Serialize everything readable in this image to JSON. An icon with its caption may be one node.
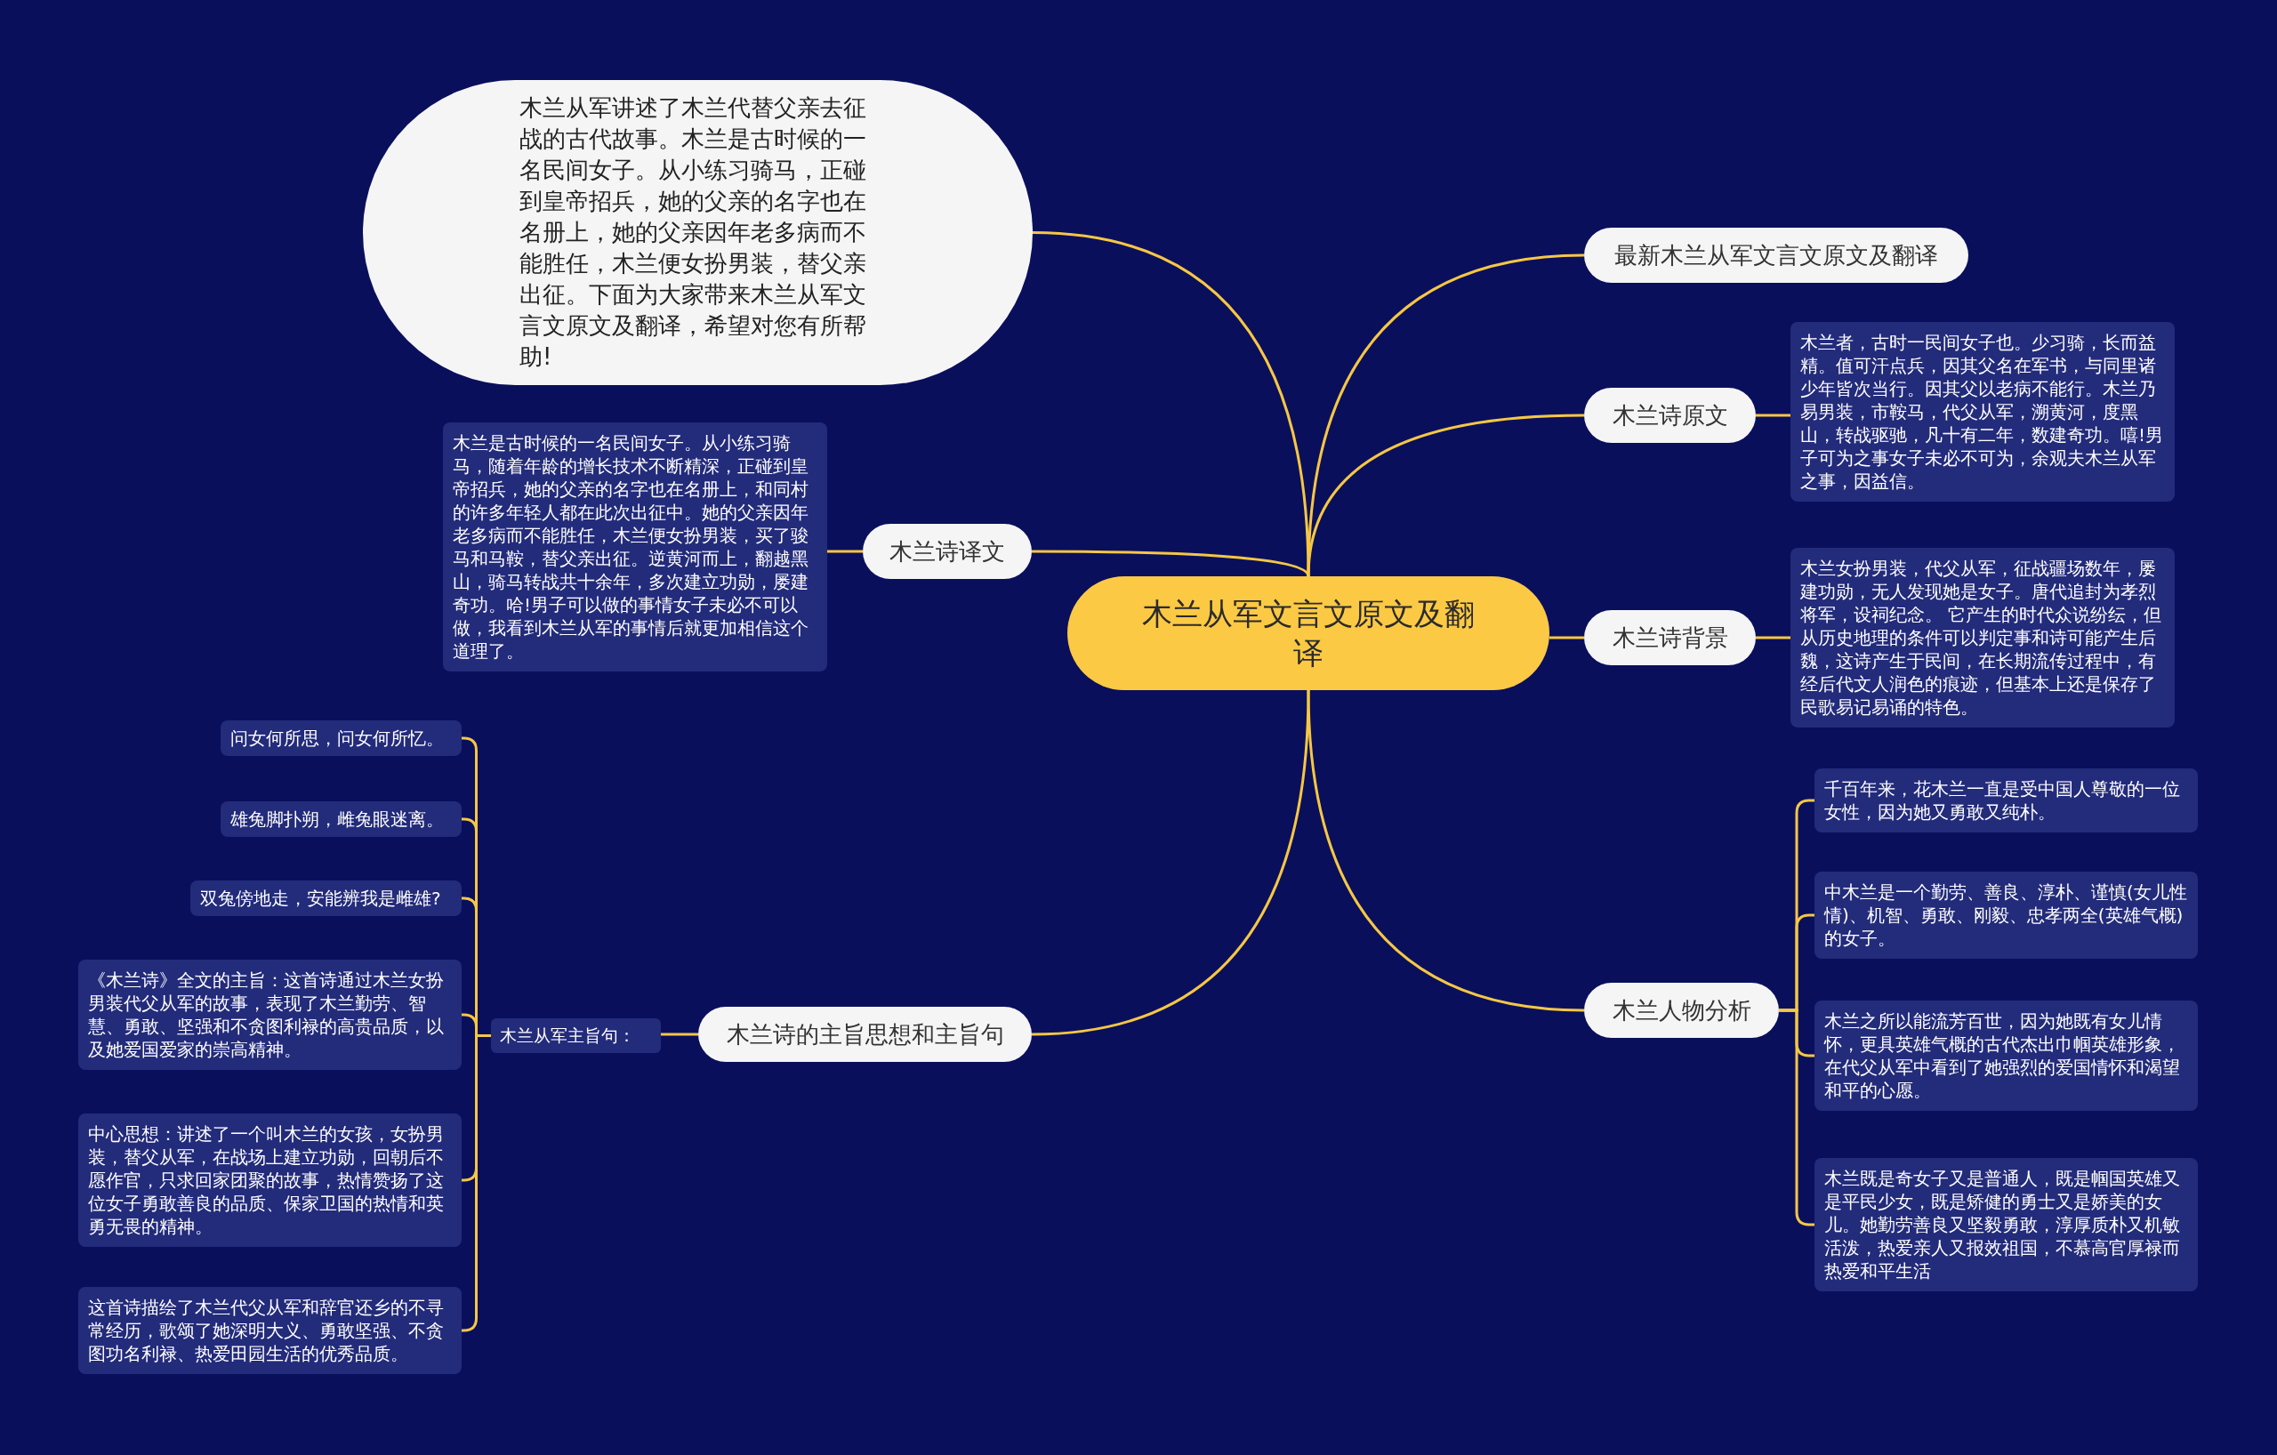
{
  "diagram": {
    "nodes": [
      {
        "text": [
          "木兰从军文言文原文及翻译"
        ]
      },
      {
        "text": [
          "木兰从军讲述了木兰代替父亲去征战的古代故事。木兰是古时候的一名民间女子。从小练习骑马，正碰到皇帝招兵，她的父亲的名字也在名册上，她的父亲因年老多病而不能胜任，木兰便女扮男装，替父亲出征。下面为大家带来木兰从军文言文原文及翻译，希望对您有所帮助!"
        ]
      },
      {
        "text": [
          "最新木兰从军文言文原文及翻译"
        ]
      },
      {
        "text": [
          "木兰诗原文"
        ]
      },
      {
        "text": [
          "木兰者，古时一民间女子也。少习骑，长而益精。值可汗点兵，因其父名在军书，与同里诸少年皆次当行。因其父以老病不能行。木兰乃易男装，市鞍马，代父从军，溯黄河，度黑山，转战驱驰，凡十有二年，数建奇功。嘻!男子可为之事女子未必不可为，余观夫木兰从军之事，因益信。"
        ]
      },
      {
        "text": [
          "木兰诗译文"
        ]
      },
      {
        "text": [
          "木兰是古时候的一名民间女子。从小练习骑马，随着年龄的增长技术不断精深，正碰到皇帝招兵，她的父亲的名字也在名册上，和同村的许多年轻人都在此次出征中。她的父亲因年老多病而不能胜任，木兰便女扮男装，买了骏马和马鞍，替父亲出征。逆黄河而上，翻越黑山，骑马转战共十余年，多次建立功勋，屡建奇功。哈!男子可以做的事情女子未必不可以做，我看到木兰从军的事情后就更加相信这个道理了。"
        ]
      },
      {
        "text": [
          "木兰诗背景"
        ]
      },
      {
        "text": [
          "木兰女扮男装，代父从军，征战疆场数年，屡建功勋，无人发现她是女子。唐代追封为孝烈将军，设祠纪念。 它产生的时代众说纷纭，但从历史地理的条件可以判定事和诗可能产生后魏，这诗产生于民间，在长期流传过程中，有经后代文人润色的痕迹，但基本上还是保存了民歌易记易诵的特色。"
        ]
      },
      {
        "text": [
          "木兰人物分析"
        ]
      },
      {
        "text": [
          "千百年来，花木兰一直是受中国人尊敬的一位女性，因为她又勇敢又纯朴。"
        ]
      },
      {
        "text": [
          "中木兰是一个勤劳、善良、淳朴、谨慎(女儿性情)、机智、勇敢、刚毅、忠孝两全(英雄气概)的女子。"
        ]
      },
      {
        "text": [
          "木兰之所以能流芳百世，因为她既有女儿情怀，更具英雄气概的古代杰出巾帼英雄形象，在代父从军中看到了她强烈的爱国情怀和渴望和平的心愿。"
        ]
      },
      {
        "text": [
          "木兰既是奇女子又是普通人，既是帼国英雄又是平民少女，既是矫健的勇士又是娇美的女儿。她勤劳善良又坚毅勇敢，淳厚质朴又机敏活泼，热爱亲人又报效祖国，不慕高官厚禄而热爱和平生活"
        ]
      },
      {
        "text": [
          "木兰诗的主旨思想和主旨句"
        ]
      },
      {
        "text": [
          "木兰从军主旨句："
        ]
      },
      {
        "text": [
          "问女何所思，问女何所忆。"
        ]
      },
      {
        "text": [
          "雄兔脚扑朔，雌兔眼迷离。"
        ]
      },
      {
        "text": [
          "双兔傍地走，安能辨我是雌雄?"
        ]
      },
      {
        "text": [
          "《木兰诗》全文的主旨：这首诗通过木兰女扮男装代父从军的故事，表现了木兰勤劳、智慧、勇敢、坚强和不贪图利禄的高贵品质，以及她爱国爱家的崇高精神。"
        ]
      },
      {
        "text": [
          "中心思想：讲述了一个叫木兰的女孩，女扮男装，替父从军，在战场上建立功勋，回朝后不愿作官，只求回家团聚的故事，热情赞扬了这位女子勇敢善良的品质、保家卫国的热情和英勇无畏的精神。"
        ]
      },
      {
        "text": [
          "这首诗描绘了木兰代父从军和辞官还乡的不寻常经历，歌颂了她深明大义、勇敢坚强、不贪图功名利禄、热爱田园生活的优秀品质。"
        ]
      }
    ],
    "edges": [
      {
        "from": 0,
        "to": 1,
        "arrow": "none"
      },
      {
        "from": 0,
        "to": 2,
        "arrow": "none"
      },
      {
        "from": 0,
        "to": 3,
        "arrow": "none"
      },
      {
        "from": 3,
        "to": 4,
        "arrow": "none"
      },
      {
        "from": 0,
        "to": 5,
        "arrow": "none"
      },
      {
        "from": 5,
        "to": 6,
        "arrow": "none"
      },
      {
        "from": 0,
        "to": 7,
        "arrow": "none"
      },
      {
        "from": 7,
        "to": 8,
        "arrow": "none"
      },
      {
        "from": 0,
        "to": 9,
        "arrow": "none"
      },
      {
        "from": 9,
        "to": 10,
        "arrow": "none"
      },
      {
        "from": 9,
        "to": 11,
        "arrow": "none"
      },
      {
        "from": 9,
        "to": 12,
        "arrow": "none"
      },
      {
        "from": 9,
        "to": 13,
        "arrow": "none"
      },
      {
        "from": 0,
        "to": 14,
        "arrow": "none"
      },
      {
        "from": 14,
        "to": 15,
        "arrow": "none"
      },
      {
        "from": 15,
        "to": 16,
        "arrow": "none"
      },
      {
        "from": 15,
        "to": 17,
        "arrow": "none"
      },
      {
        "from": 15,
        "to": 18,
        "arrow": "none"
      },
      {
        "from": 15,
        "to": 19,
        "arrow": "none"
      },
      {
        "from": 15,
        "to": 20,
        "arrow": "none"
      },
      {
        "from": 15,
        "to": 21,
        "arrow": "none"
      }
    ]
  }
}
